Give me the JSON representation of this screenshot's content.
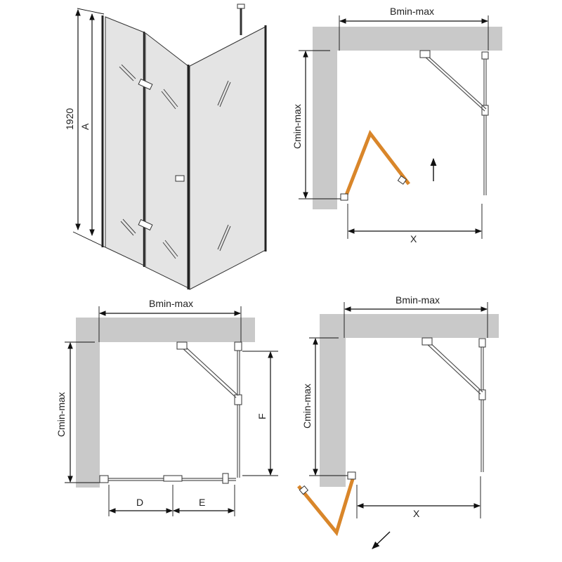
{
  "labels": {
    "height_value": "1920",
    "height_letter": "A",
    "b": "Bmin-max",
    "c": "Cmin-max",
    "x": "X",
    "d": "D",
    "e": "E",
    "f": "F"
  },
  "colors": {
    "wall": "#c9c9c9",
    "door_swing": "#d9862a",
    "line": "#111111"
  }
}
